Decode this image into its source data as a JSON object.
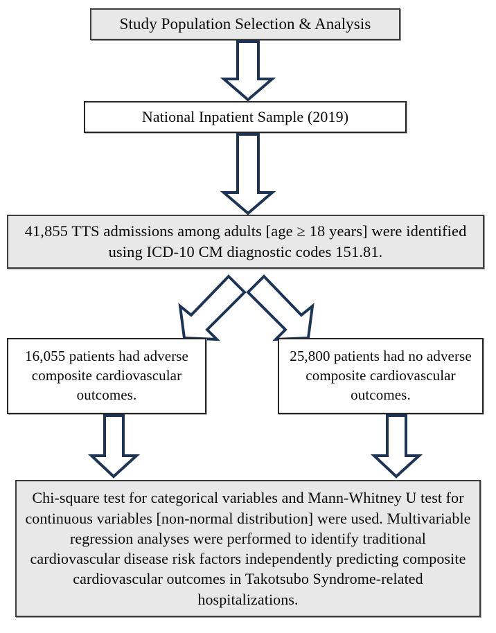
{
  "diagram": {
    "title": "Study Population Selection & Analysis",
    "nodes": {
      "title_box": {
        "label": "Study Population Selection & Analysis",
        "fill": "#e8e8e8",
        "border": "#3d3d3d"
      },
      "dataset_box": {
        "label": "National Inpatient Sample (2019)",
        "fill": "#ffffff",
        "border": "#262626"
      },
      "cohort_box": {
        "label": "41,855 TTS admissions among adults [age ≥ 18 years] were identified using ICD-10 CM diagnostic codes 151.81.",
        "fill": "#e8e8e8",
        "border": "#3d3d3d"
      },
      "outcome_yes_box": {
        "label": "16,055 patients had adverse composite cardiovascular outcomes.",
        "fill": "#ffffff",
        "border": "#262626"
      },
      "outcome_no_box": {
        "label": "25,800 patients had no adverse composite cardiovascular outcomes.",
        "fill": "#ffffff",
        "border": "#262626"
      },
      "methods_box": {
        "label": "Chi-square test for categorical variables and Mann-Whitney U test for continuous variables [non-normal distribution] were used. Multivariable regression analyses were performed to identify traditional cardiovascular disease risk factors independently predicting composite cardiovascular outcomes in Takotsubo Syndrome-related hospitalizations.",
        "fill": "#e8e8e8",
        "border": "#3d3d3d"
      }
    },
    "connectors": {
      "arrow_color": "#1c3557",
      "arrow_fill": "#ffffff",
      "title_to_dataset": "down-arrow-icon",
      "dataset_to_cohort": "down-arrow-icon",
      "cohort_to_outcome_yes": "down-left-arrow-icon",
      "cohort_to_outcome_no": "down-right-arrow-icon",
      "outcome_yes_to_methods": "down-arrow-icon",
      "outcome_no_to_methods": "down-arrow-icon"
    },
    "values": {
      "total_admissions": "41,855",
      "adverse_outcomes": "16,055",
      "no_adverse_outcomes": "25,800",
      "data_year": "2019",
      "icd_code": "151.81",
      "age_threshold": "18"
    }
  }
}
